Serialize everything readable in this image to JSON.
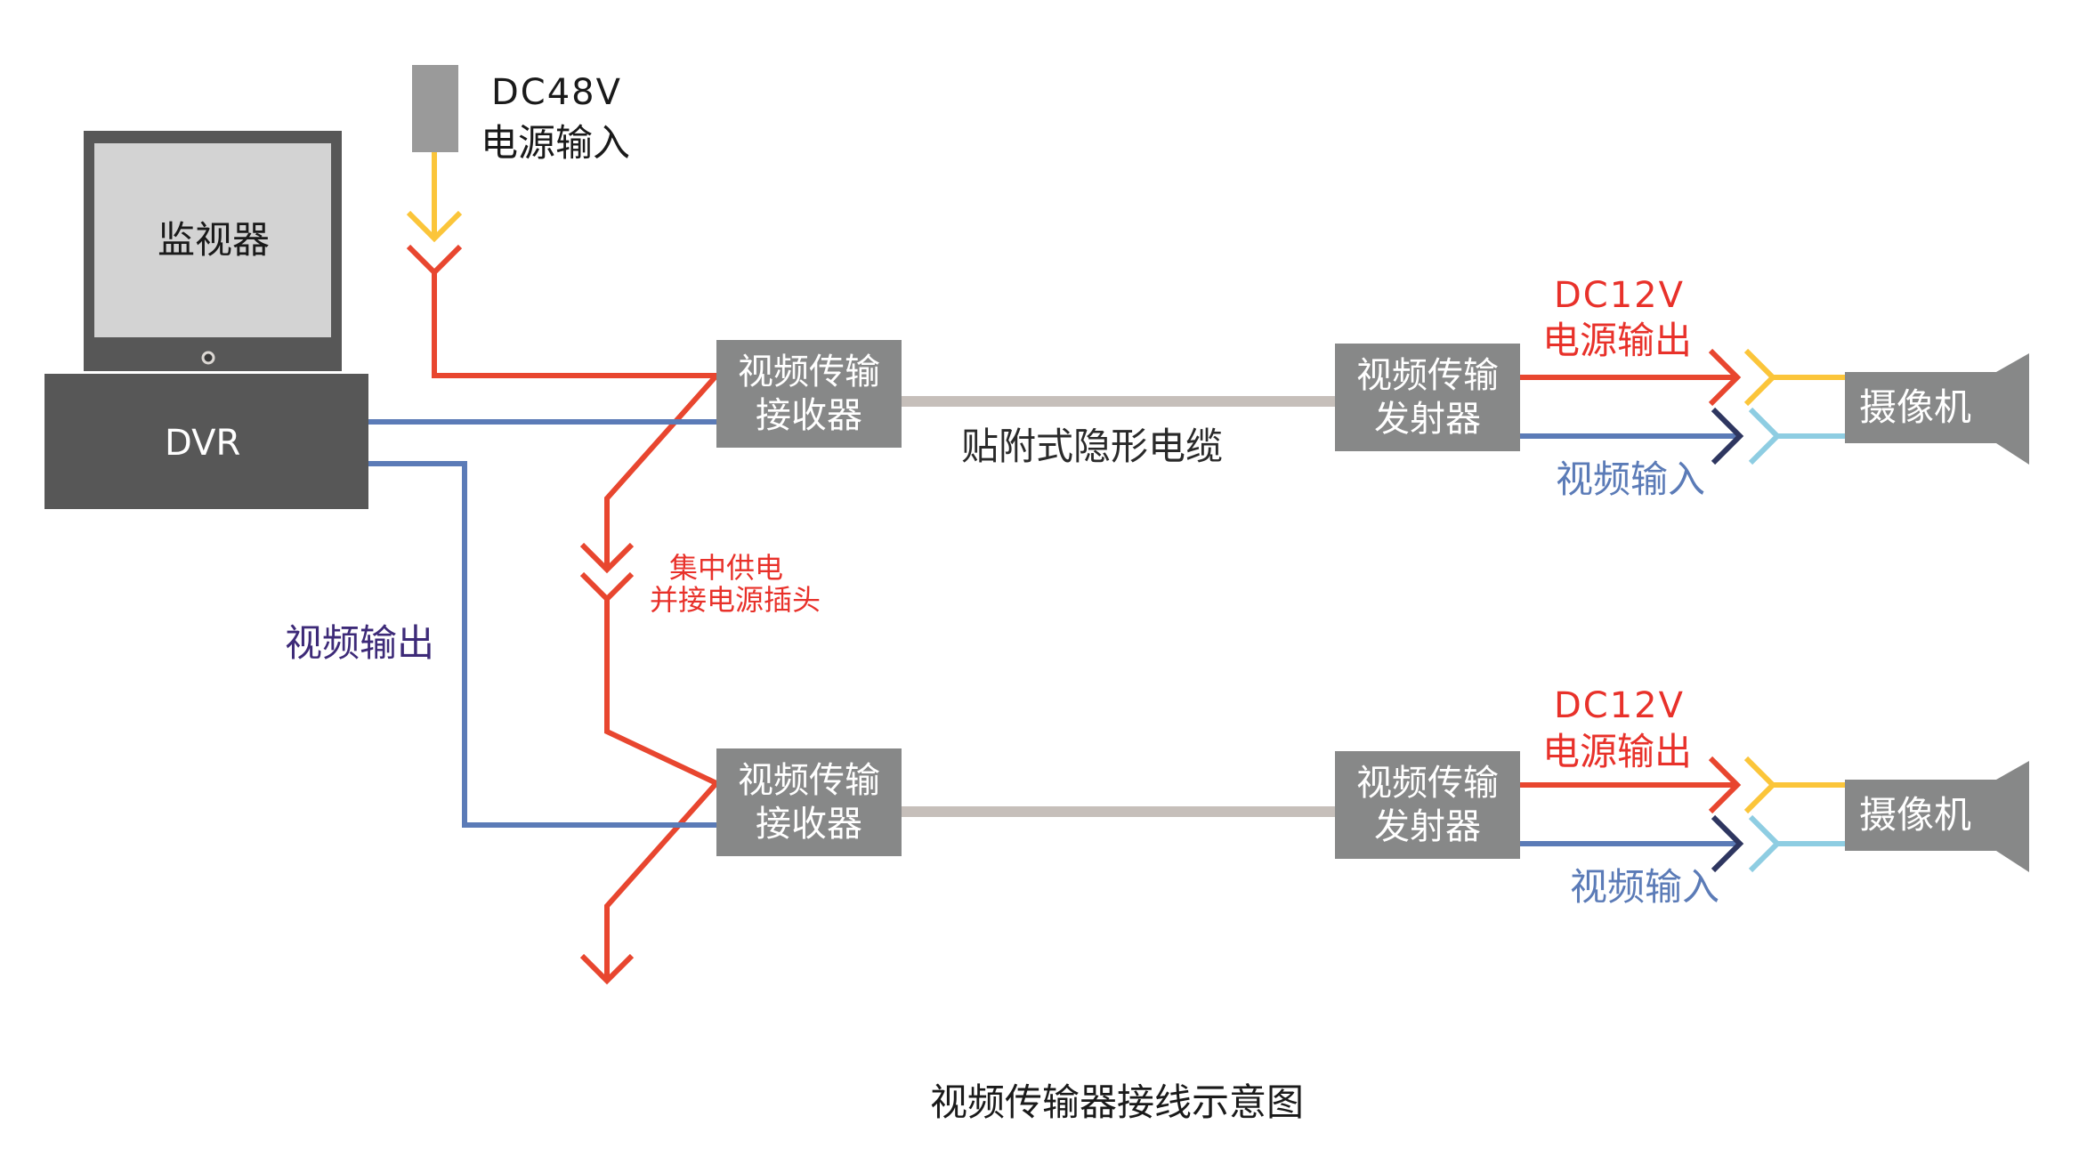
{
  "title": "视频传输器接线示意图",
  "colors": {
    "device_grey": "#878888",
    "dark_grey": "#575757",
    "screen_grey": "#d3d3d3",
    "power_red": "#e8462f",
    "power_yellow": "#fbc53a",
    "video_blue": "#5b7bb7",
    "video_navy": "#2e3660",
    "video_lightblue": "#8ecde2",
    "cable_grey": "#c6bfba",
    "video_output_label": "#3d2a78"
  },
  "power_source": {
    "voltage": "DC48V",
    "label": "电源输入"
  },
  "monitor": {
    "label": "监视器"
  },
  "dvr": {
    "label": "DVR"
  },
  "video_output_label": "视频输出",
  "central_power_note": {
    "line1": "集中供电",
    "line2": "并接电源插头"
  },
  "cable_label": "贴附式隐形电缆",
  "channels": [
    {
      "receiver": {
        "line1": "视频传输",
        "line2": "接收器"
      },
      "transmitter": {
        "line1": "视频传输",
        "line2": "发射器"
      },
      "power_out": {
        "voltage": "DC12V",
        "label": "电源输出"
      },
      "video_in": "视频输入",
      "camera": "摄像机"
    },
    {
      "receiver": {
        "line1": "视频传输",
        "line2": "接收器"
      },
      "transmitter": {
        "line1": "视频传输",
        "line2": "发射器"
      },
      "power_out": {
        "voltage": "DC12V",
        "label": "电源输出"
      },
      "video_in": "视频输入",
      "camera": "摄像机"
    }
  ]
}
